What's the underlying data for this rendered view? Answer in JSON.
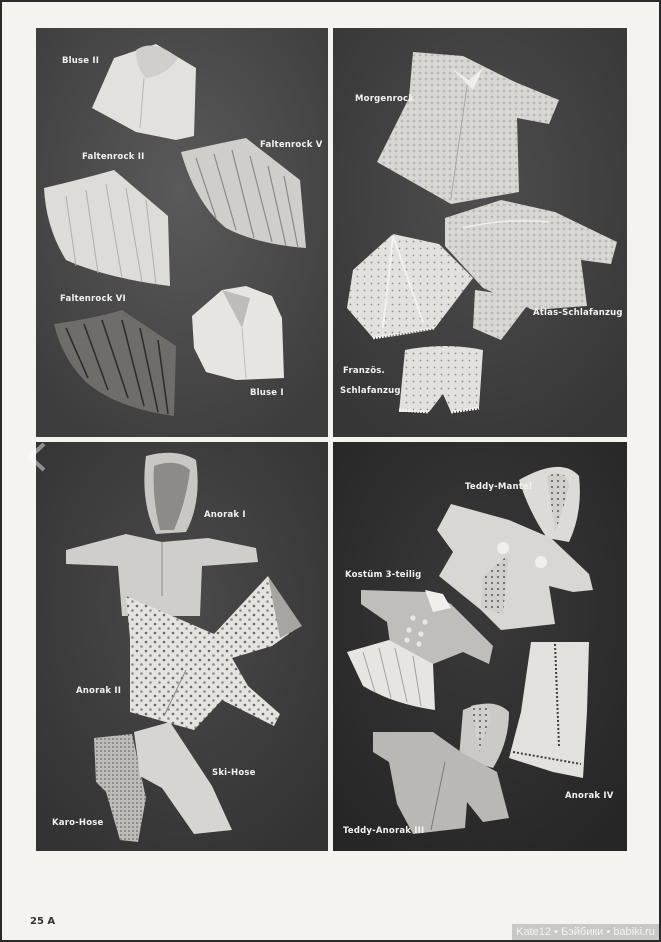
{
  "page": {
    "number": "25 A",
    "watermark": "Kate12 • Бэйбики • babiki.ru"
  },
  "colors": {
    "page_background": "#f4f3ef",
    "panel_background": "#4a4a4a",
    "label_text": "#f2f2f0",
    "frame": "#2a2a2a"
  },
  "panels": [
    {
      "id": "top-left",
      "labels": [
        {
          "text": "Bluse II"
        },
        {
          "text": "Faltenrock II"
        },
        {
          "text": "Faltenrock V"
        },
        {
          "text": "Faltenrock VI"
        },
        {
          "text": "Bluse I"
        }
      ]
    },
    {
      "id": "top-right",
      "labels": [
        {
          "text": "Morgenrock"
        },
        {
          "text": "Atlas-Schlafanzug"
        },
        {
          "text": "Französ."
        },
        {
          "text": "Schlafanzug"
        }
      ]
    },
    {
      "id": "bottom-left",
      "labels": [
        {
          "text": "Anorak I"
        },
        {
          "text": "Anorak II"
        },
        {
          "text": "Ski-Hose"
        },
        {
          "text": "Karo-Hose"
        }
      ]
    },
    {
      "id": "bottom-right",
      "labels": [
        {
          "text": "Teddy-Mantel"
        },
        {
          "text": "Kostüm 3-teilig"
        },
        {
          "text": "Anorak IV"
        },
        {
          "text": "Teddy-Anorak III"
        }
      ]
    }
  ]
}
